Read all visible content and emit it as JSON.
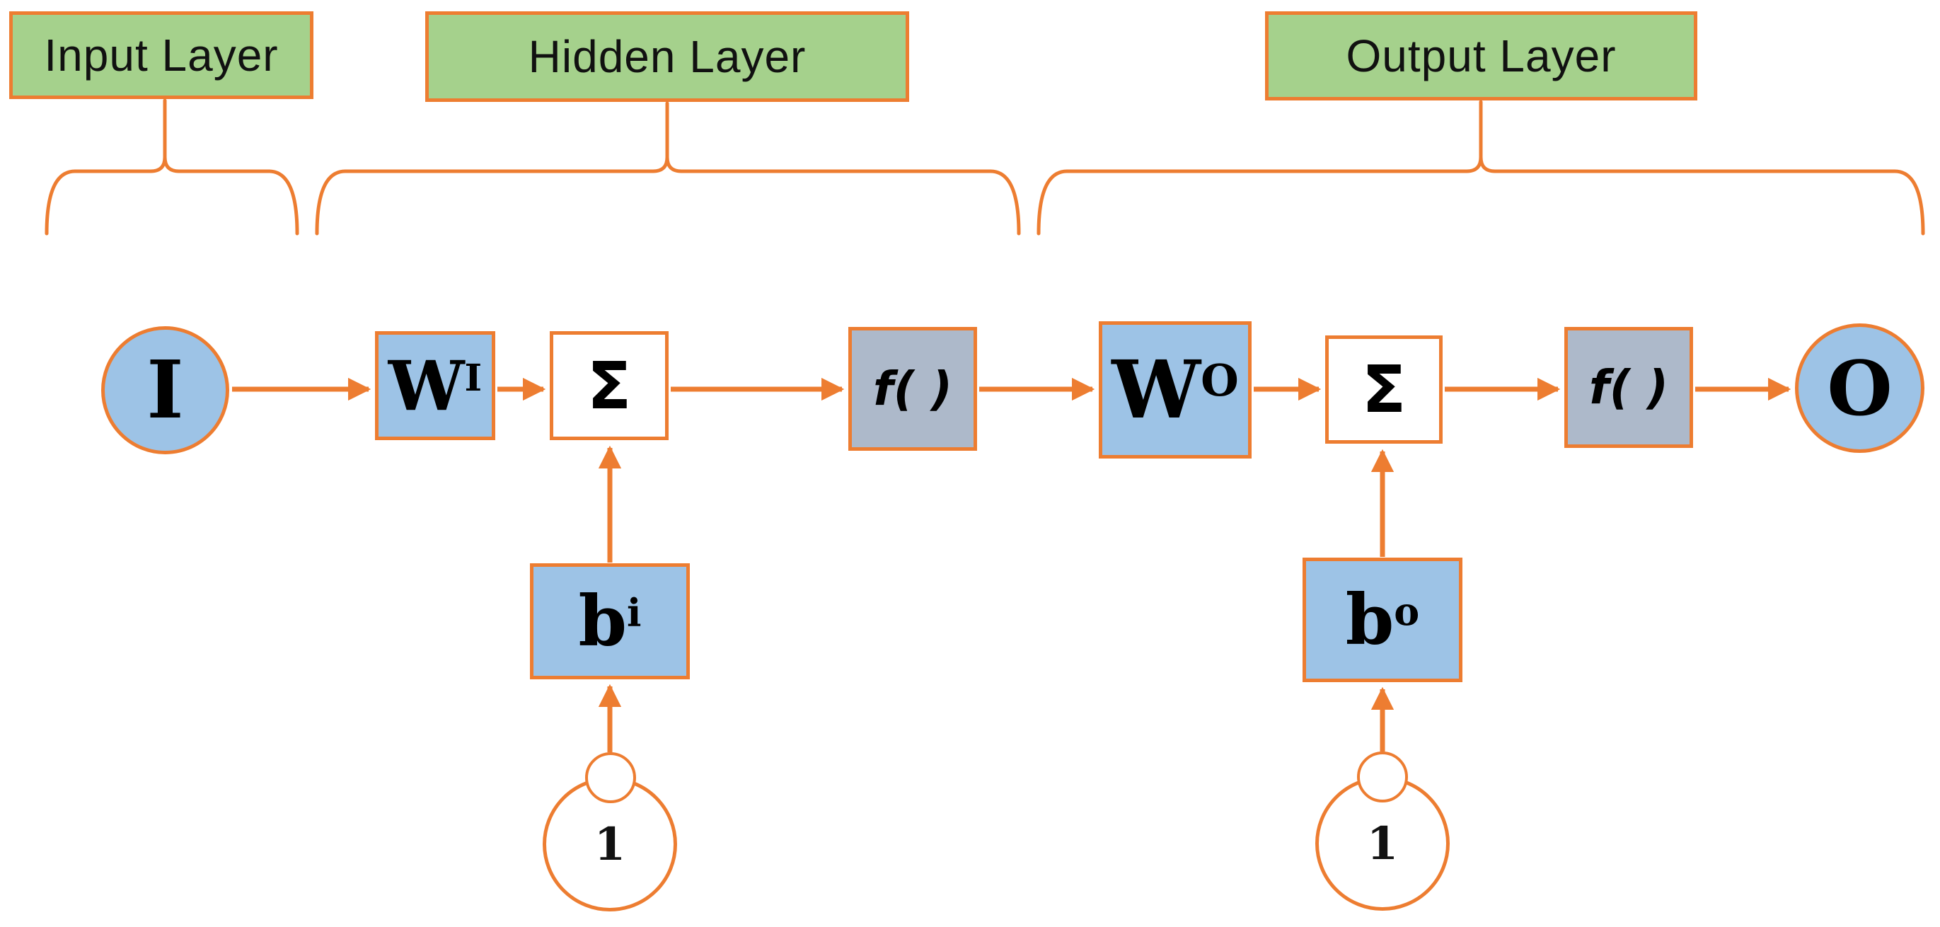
{
  "diagram_type": "neural-network-layer-flow",
  "colors": {
    "accent_orange": "#ED7D31",
    "node_blue": "#9DC3E6",
    "label_green": "#A5D18C",
    "activation_gray": "#ADB9CA",
    "text_black": "#000000",
    "background": "#FFFFFF"
  },
  "layers": {
    "input": {
      "label": "Input Layer"
    },
    "hidden": {
      "label": "Hidden Layer"
    },
    "output": {
      "label": "Output Layer"
    }
  },
  "nodes": {
    "input": {
      "label": "I"
    },
    "weight_input": {
      "base": "W",
      "sup": "I"
    },
    "sum_hidden": {
      "label": "Σ"
    },
    "activation_hidden": {
      "label": "f( )"
    },
    "weight_output": {
      "base": "W",
      "sup": "O"
    },
    "sum_output": {
      "label": "Σ"
    },
    "activation_output": {
      "label": "f( )"
    },
    "output": {
      "label": "O"
    },
    "bias_hidden": {
      "base": "b",
      "sup": "i"
    },
    "bias_output": {
      "base": "b",
      "sup": "o"
    },
    "bias_unit_hidden": {
      "label": "1"
    },
    "bias_unit_output": {
      "label": "1"
    }
  }
}
